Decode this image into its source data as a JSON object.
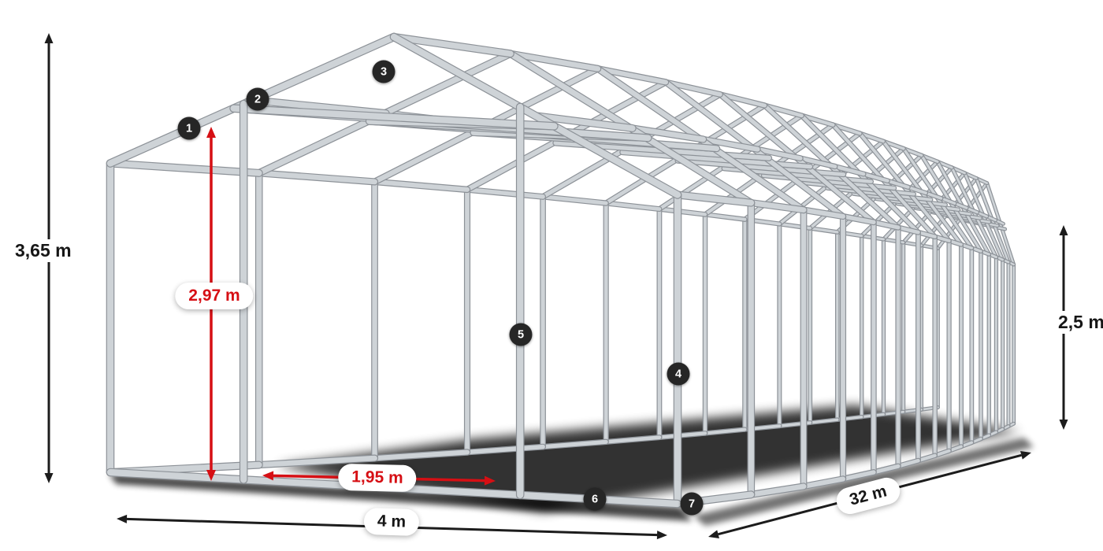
{
  "diagram": {
    "subject": "party-tent-steel-frame-perspective-drawing"
  },
  "dimensions": {
    "total_height": "3,65 m",
    "entrance_height": "2,97 m",
    "side_height": "2,5 m",
    "width": "4 m",
    "length": "32 m",
    "entrance_width": "1,95 m"
  },
  "markers": [
    {
      "id": "1"
    },
    {
      "id": "2"
    },
    {
      "id": "3"
    },
    {
      "id": "4"
    },
    {
      "id": "5"
    },
    {
      "id": "6"
    },
    {
      "id": "7"
    }
  ],
  "colors": {
    "accent_red": "#d60f14",
    "ink": "#1c1c1c",
    "steel_light": "#ced3d7",
    "steel_dark": "#8d9298",
    "marker_bg": "#262626",
    "shadow": "#000000"
  }
}
